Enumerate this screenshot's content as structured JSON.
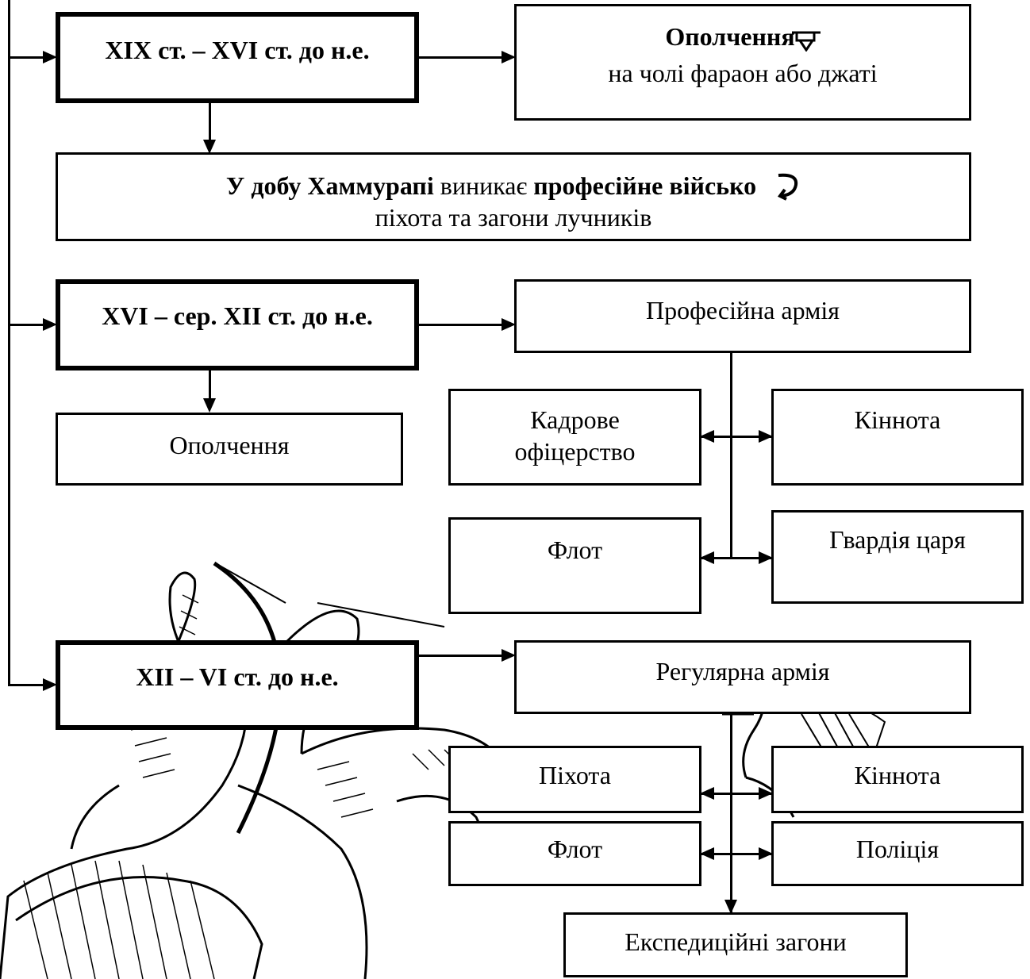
{
  "periods": [
    {
      "label": "XIX ст. – XVI ст. до н.е."
    },
    {
      "label": "XVI – сер. XII ст. до н.е."
    },
    {
      "label": "XII – VI ст. до н.е."
    }
  ],
  "row1": {
    "militia_title": "Ополчення",
    "militia_sub": "на чолі фараон або джаті",
    "hammurabi_bold1": "У добу Хаммурапі",
    "hammurabi_normal": " виникає ",
    "hammurabi_bold2": "професійне військо",
    "hammurabi_line2": "піхота та загони лучників"
  },
  "row2": {
    "militia": "Ополчення",
    "pro_army": "Професійна армія",
    "officers_line1": "Кадрове",
    "officers_line2": "офіцерство",
    "cavalry": "Кіннота",
    "fleet": "Флот",
    "guard": "Гвардія царя"
  },
  "row3": {
    "regular_army": "Регулярна армія",
    "infantry": "Піхота",
    "cavalry": "Кіннота",
    "fleet": "Флот",
    "police": "Поліція",
    "expeditions": "Експедиційні загони"
  },
  "icons": {
    "arrow_glyph": "down-arrow-icon",
    "curl_glyph": "curved-arrow-icon",
    "illustration": "assyrian-archers-illustration"
  }
}
